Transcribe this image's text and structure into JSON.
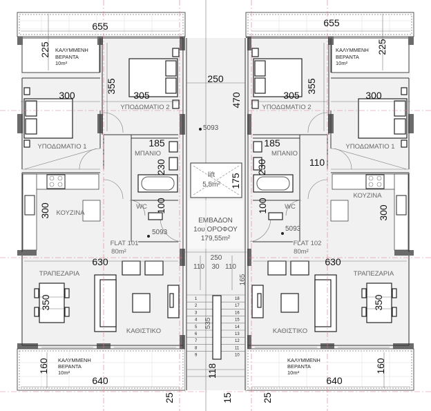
{
  "flats": [
    {
      "name": "FLAT 101",
      "area": "80m²",
      "top_width_dim": "655",
      "top_veranda": {
        "label1": "ΚΑΛΥΜΜΕΝΗ",
        "label2": "ΒΕΡΑΝΤΑ",
        "area": "10m²",
        "depth_dim": "225"
      },
      "bedroom_1": {
        "label": "ΥΠΟΔΩΜΑΤΙΟ 1",
        "width_dim": "300"
      },
      "bedroom_2": {
        "label": "ΥΠΟΔΩΜΑΤΙΟ 2",
        "width_dim": "305",
        "depth_dim": "355"
      },
      "bathroom": {
        "label": "ΜΠΑΝΙΟ",
        "width_dim": "185",
        "depth_dim": "230"
      },
      "wc": {
        "label": "WC",
        "depth_dim": "100"
      },
      "kitchen": {
        "label": "ΚΟΥΖΙΝΑ",
        "depth_dim": "300"
      },
      "dining": {
        "label": "ΤΡΑΠΕΖΑΡΙΑ",
        "depth_dim": "350"
      },
      "living": {
        "label": "ΚΑΘΙΣΤΙΚΟ",
        "width_dim": "630"
      },
      "bottom_veranda": {
        "label1": "ΚΑΛΥΜΜΕΝΗ",
        "label2": "ΒΕΡΑΝΤΑ",
        "area": "10m²",
        "width_dim": "640",
        "depth_dim": "160",
        "edge_dim": "25"
      },
      "corridor_dim": "",
      "level_mark": "5093"
    },
    {
      "name": "FLAT 102",
      "area": "80m²",
      "top_width_dim": "655",
      "top_veranda": {
        "label1": "ΚΑΛΥΜΜΕΝΗ",
        "label2": "ΒΕΡΑΝΤΑ",
        "area": "10m²",
        "depth_dim": "225"
      },
      "bedroom_1": {
        "label": "ΥΠΟΔΩΜΑΤΙΟ 1",
        "width_dim": "300"
      },
      "bedroom_2": {
        "label": "ΥΠΟΔΩΜΑΤΙΟ 2",
        "width_dim": "305",
        "depth_dim": "355"
      },
      "bathroom": {
        "label": "ΜΠΑΝΙΟ",
        "width_dim": "185",
        "depth_dim": "230"
      },
      "wc": {
        "label": "WC",
        "depth_dim": "100"
      },
      "kitchen": {
        "label": "ΚΟΥΖΙΝΑ",
        "depth_dim": "300"
      },
      "dining": {
        "label": "ΤΡΑΠΕΖΑΡΙΑ",
        "depth_dim": "350"
      },
      "living": {
        "label": "ΚΑΘΙΣΤΙΚΟ",
        "width_dim": "630"
      },
      "bottom_veranda": {
        "label1": "ΚΑΛΥΜΜΕΝΗ",
        "label2": "ΒΕΡΑΝΤΑ",
        "area": "10m²",
        "width_dim": "640",
        "depth_dim": "160",
        "edge_dim": "25"
      },
      "corridor_dim": "110",
      "level_mark": "5093"
    }
  ],
  "core": {
    "width_dim": "250",
    "height_dim": "470",
    "level_mark": "5093",
    "lift": {
      "label": "lift",
      "area": "5,5m²",
      "depth_dim": "175"
    },
    "floor_area": {
      "label1": "ΕΜΒΑΔΟΝ",
      "label2": "1ου ΟΡΟΦΟΥ",
      "value": "179,55m²"
    },
    "landing_dims": {
      "total": "250",
      "left": "110",
      "middle": "30",
      "right": "110",
      "depth": "165"
    },
    "stairs": {
      "left_steps": [
        "1",
        "2",
        "3",
        "4",
        "5",
        "6",
        "7",
        "8",
        "9"
      ],
      "right_steps": [
        "18",
        "17",
        "16",
        "15",
        "14",
        "13",
        "12",
        "11",
        "10"
      ],
      "run_dim": "535",
      "bottom_dim": "118",
      "edge_dim": "15"
    }
  },
  "colors": {
    "wall": "#6b6b6b",
    "grid_axis": "#e07a8e",
    "floor": "#f1f1f1"
  }
}
